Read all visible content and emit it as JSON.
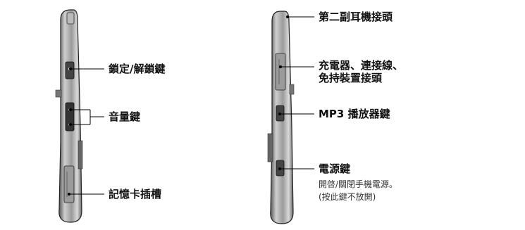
{
  "left_phone": {
    "labels": {
      "lock": "鎖定/解鎖鍵",
      "volume": "音量鍵",
      "memory_slot": "記憶卡插槽"
    }
  },
  "right_phone": {
    "labels": {
      "earphone": "第二副耳機接頭",
      "charger_line1": "充電器、連接線、",
      "charger_line2": "免持裝置接頭",
      "mp3": "MP3 播放器鍵",
      "power": "電源鍵",
      "power_desc_1": "開啓/關閉手機電源。",
      "power_desc_2": "(按此鍵不放開)"
    }
  }
}
